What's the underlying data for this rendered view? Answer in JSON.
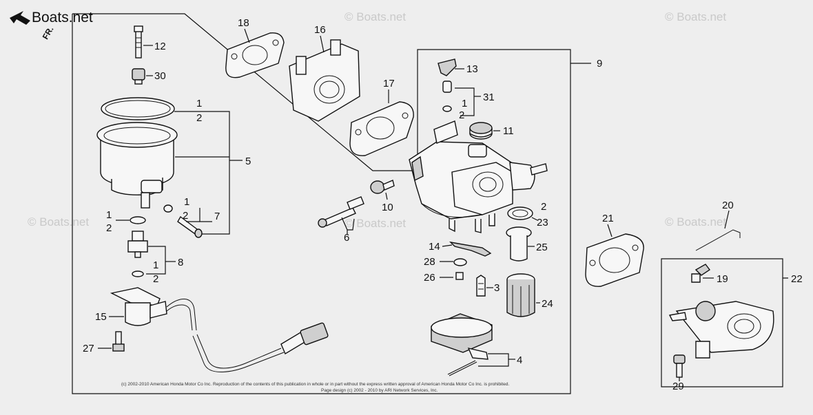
{
  "brand": "Boats.net",
  "direction_label": "FR.",
  "watermark": "© Boats.net",
  "copyright": "(c) 2002-2010 American Honda Motor Co Inc. Reproduction of the contents of this publication in whole or in part without the express written approval of American Honda Motor Co Inc. is prohibited.",
  "page_info": "Page design (c) 2002 - 2010 by ARI Network Services, Inc.",
  "callouts": {
    "c1a": "1",
    "c2a": "2",
    "c1b": "1",
    "c2b": "2",
    "c1c": "1",
    "c2c": "2",
    "c1d": "1",
    "c2d": "2",
    "c1e": "1",
    "c2e": "2",
    "c2f": "2",
    "c3": "3",
    "c4": "4",
    "c5": "5",
    "c6": "6",
    "c7": "7",
    "c8": "8",
    "c9": "9",
    "c10": "10",
    "c11": "11",
    "c12": "12",
    "c13": "13",
    "c14": "14",
    "c15": "15",
    "c16": "16",
    "c17": "17",
    "c18": "18",
    "c19": "19",
    "c20": "20",
    "c21": "21",
    "c22": "22",
    "c23": "23",
    "c24": "24",
    "c25": "25",
    "c26": "26",
    "c27": "27",
    "c28": "28",
    "c29": "29",
    "c30": "30",
    "c31": "31"
  }
}
